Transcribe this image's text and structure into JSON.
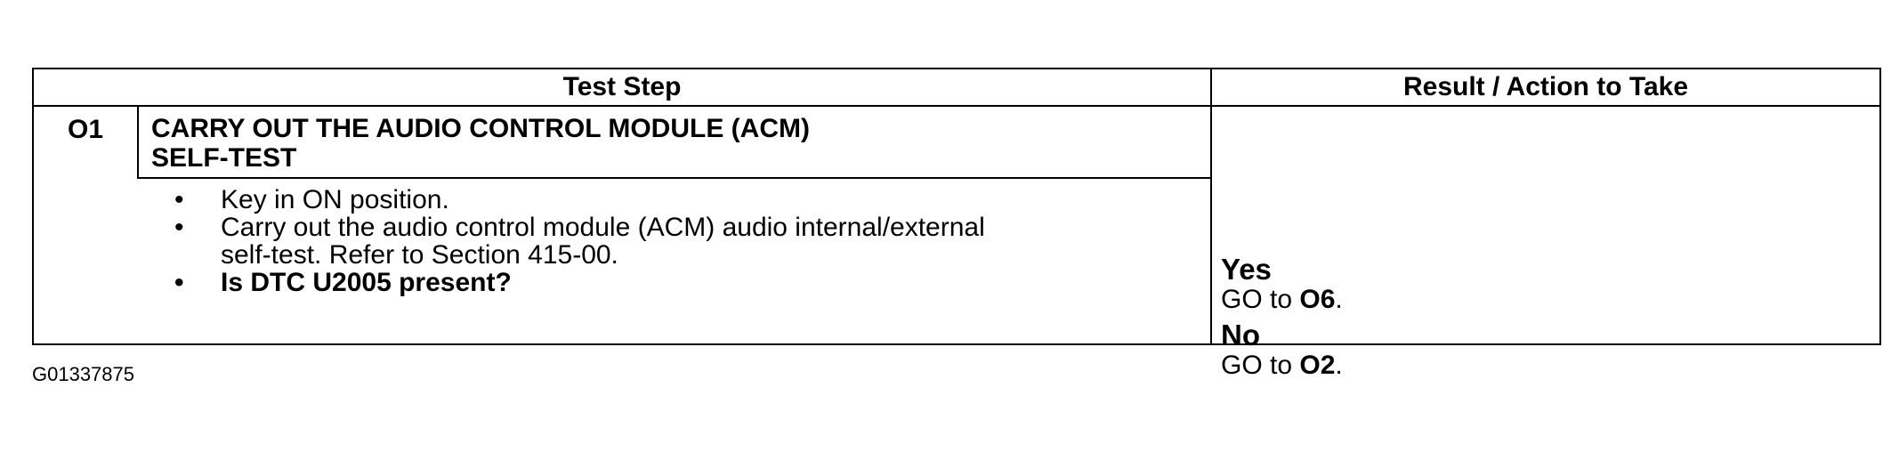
{
  "table": {
    "header_test_step": "Test Step",
    "header_result": "Result / Action to Take"
  },
  "step": {
    "number": "O1",
    "title_line1": "CARRY OUT THE AUDIO CONTROL MODULE (ACM)",
    "title_line2": "SELF-TEST",
    "bullet": "•",
    "items": [
      {
        "text": "Key in ON position."
      },
      {
        "text": "Carry out the audio control module (ACM) audio internal/external"
      },
      {
        "text": "self-test. Refer to Section 415-00."
      },
      {
        "text": "Is DTC U2005 present?"
      }
    ]
  },
  "result": {
    "yes_label": "Yes",
    "yes_prefix": "GO to ",
    "yes_ref": "O6",
    "no_label": "No",
    "no_prefix": "GO to ",
    "no_ref": "O2",
    "suffix": "."
  },
  "figure_id": "G01337875"
}
